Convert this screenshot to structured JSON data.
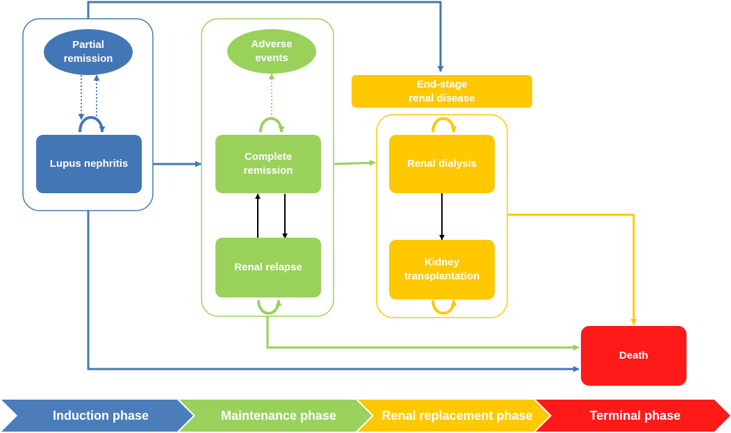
{
  "colors": {
    "blue": "#4376B4",
    "green": "#99D15B",
    "yellow": "#FFC800",
    "red": "#FF1A1A",
    "black": "#000000"
  },
  "nodes": {
    "partial_remission": "Partial\nremission",
    "lupus_nephritis": "Lupus nephritis",
    "adverse_events": "Adverse\nevents",
    "complete_remission": "Complete\nremission",
    "renal_relapse": "Renal relapse",
    "end_stage_renal_disease": "End-stage\nrenal disease",
    "renal_dialysis": "Renal dialysis",
    "kidney_transplantation": "Kidney\ntransplantation",
    "death": "Death"
  },
  "phases": [
    {
      "label": "Induction phase",
      "color": "#4A7DBA"
    },
    {
      "label": "Maintenance phase",
      "color": "#99D15B"
    },
    {
      "label": "Renal replacement phase",
      "color": "#FFC800"
    },
    {
      "label": "Terminal phase",
      "color": "#FF1A1A"
    }
  ]
}
